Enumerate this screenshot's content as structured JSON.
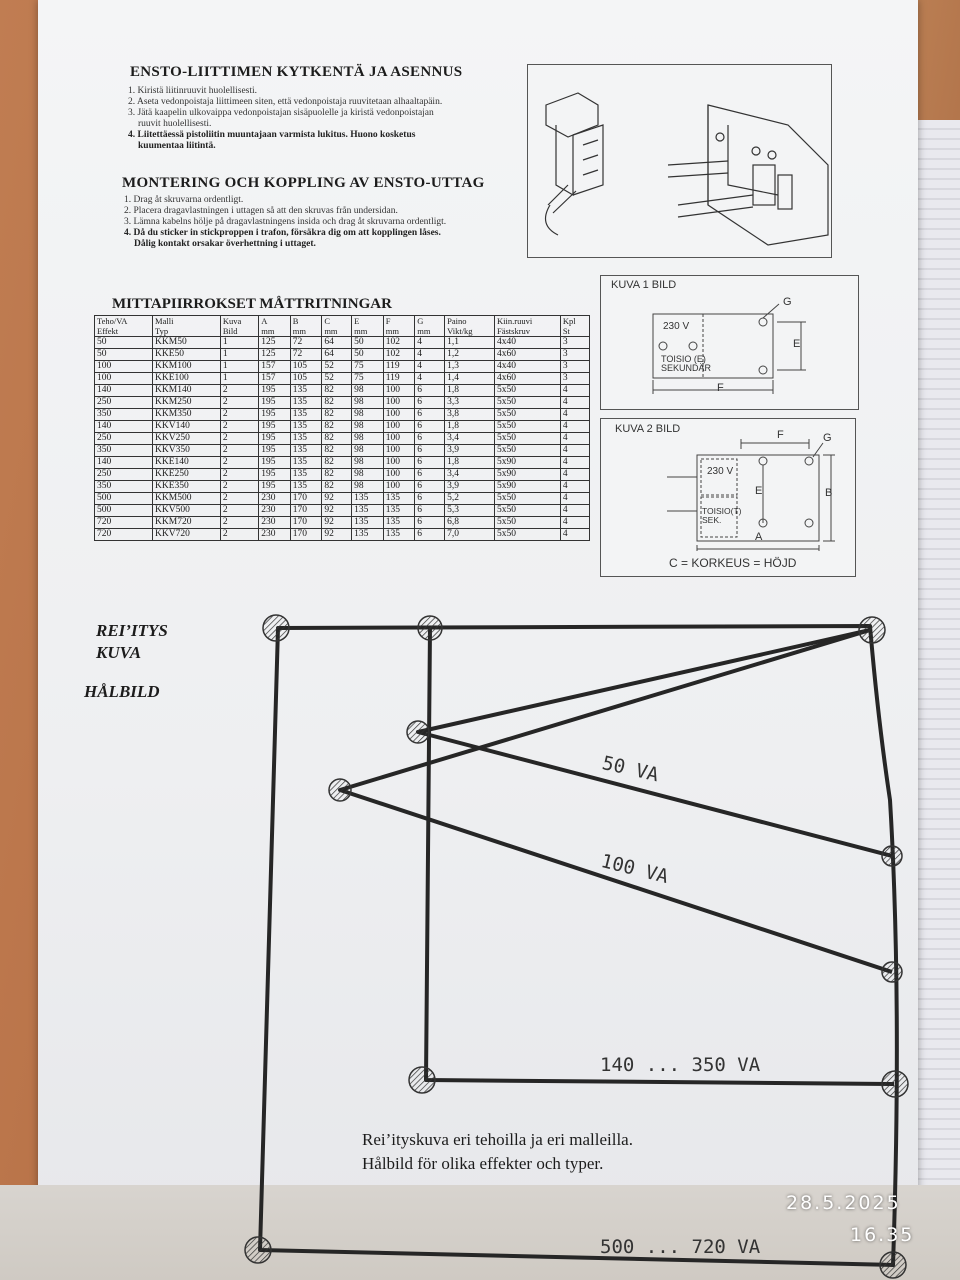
{
  "connector": {
    "title_fi": "ENSTO-LIITTIMEN KYTKENTÄ JA ASENNUS",
    "steps_fi": [
      "1. Kiristä liitinruuvit huolellisesti.",
      "2. Aseta vedonpoistaja liittimeen siten, että vedonpoistaja ruuvitetaan alhaaltapäin.",
      "3. Jätä kaapelin ulkovaippa vedonpoistajan sisäpuolelle ja kiristä vedonpoistajan",
      "ruuvit huolellisesti.",
      "4. Liitettäessä pistoliitin muuntajaan varmista lukitus. Huono kosketus",
      "kuumentaa liitintä."
    ],
    "title_sv": "MONTERING OCH KOPPLING AV ENSTO-UTTAG",
    "steps_sv": [
      "1. Drag åt skruvarna ordentligt.",
      "2. Placera dragavlastningen i uttagen så att den skruvas från undersidan.",
      "3. Lämna kabelns hölje på dragavlastningens insida och drag åt skruvarna ordentligt.",
      "4. Då du sticker in stickproppen i trafon, försäkra dig om att kopplingen låses.",
      "Dålig kontakt orsakar överhettning i uttaget."
    ]
  },
  "table": {
    "title": "MITTAPIIRROKSET  MÅTTRITNINGAR",
    "headers": [
      [
        "Teho/VA",
        "Effekt"
      ],
      [
        "Malli",
        "Typ"
      ],
      [
        "Kuva",
        "Bild"
      ],
      [
        "A",
        "mm"
      ],
      [
        "B",
        "mm"
      ],
      [
        "C",
        "mm"
      ],
      [
        "E",
        "mm"
      ],
      [
        "F",
        "mm"
      ],
      [
        "G",
        "mm"
      ],
      [
        "Paino",
        "Vikt/kg"
      ],
      [
        "Kiin.ruuvi",
        "Fästskruv"
      ],
      [
        "Kpl",
        "St"
      ]
    ],
    "rows": [
      [
        "50",
        "KKM50",
        "1",
        "125",
        "72",
        "64",
        "50",
        "102",
        "4",
        "1,1",
        "4x40",
        "3"
      ],
      [
        "50",
        "KKE50",
        "1",
        "125",
        "72",
        "64",
        "50",
        "102",
        "4",
        "1,2",
        "4x60",
        "3"
      ],
      [
        "100",
        "KKM100",
        "1",
        "157",
        "105",
        "52",
        "75",
        "119",
        "4",
        "1,3",
        "4x40",
        "3"
      ],
      [
        "100",
        "KKE100",
        "1",
        "157",
        "105",
        "52",
        "75",
        "119",
        "4",
        "1,4",
        "4x60",
        "3"
      ],
      [
        "140",
        "KKM140",
        "2",
        "195",
        "135",
        "82",
        "98",
        "100",
        "6",
        "1,8",
        "5x50",
        "4"
      ],
      [
        "250",
        "KKM250",
        "2",
        "195",
        "135",
        "82",
        "98",
        "100",
        "6",
        "3,3",
        "5x50",
        "4"
      ],
      [
        "350",
        "KKM350",
        "2",
        "195",
        "135",
        "82",
        "98",
        "100",
        "6",
        "3,8",
        "5x50",
        "4"
      ],
      [
        "140",
        "KKV140",
        "2",
        "195",
        "135",
        "82",
        "98",
        "100",
        "6",
        "1,8",
        "5x50",
        "4"
      ],
      [
        "250",
        "KKV250",
        "2",
        "195",
        "135",
        "82",
        "98",
        "100",
        "6",
        "3,4",
        "5x50",
        "4"
      ],
      [
        "350",
        "KKV350",
        "2",
        "195",
        "135",
        "82",
        "98",
        "100",
        "6",
        "3,9",
        "5x50",
        "4"
      ],
      [
        "140",
        "KKE140",
        "2",
        "195",
        "135",
        "82",
        "98",
        "100",
        "6",
        "1,8",
        "5x90",
        "4"
      ],
      [
        "250",
        "KKE250",
        "2",
        "195",
        "135",
        "82",
        "98",
        "100",
        "6",
        "3,4",
        "5x90",
        "4"
      ],
      [
        "350",
        "KKE350",
        "2",
        "195",
        "135",
        "82",
        "98",
        "100",
        "6",
        "3,9",
        "5x90",
        "4"
      ],
      [
        "500",
        "KKM500",
        "2",
        "230",
        "170",
        "92",
        "135",
        "135",
        "6",
        "5,2",
        "5x50",
        "4"
      ],
      [
        "500",
        "KKV500",
        "2",
        "230",
        "170",
        "92",
        "135",
        "135",
        "6",
        "5,3",
        "5x50",
        "4"
      ],
      [
        "720",
        "KKM720",
        "2",
        "230",
        "170",
        "92",
        "135",
        "135",
        "6",
        "6,8",
        "5x50",
        "4"
      ],
      [
        "720",
        "KKV720",
        "2",
        "230",
        "170",
        "92",
        "135",
        "135",
        "6",
        "7,0",
        "5x50",
        "4"
      ]
    ]
  },
  "fig1": {
    "title": "KUVA 1  BILD",
    "voltage": "230 V",
    "secondary": [
      "TOISIO (E)",
      "SEKUNDÄR"
    ],
    "dims": {
      "g": "G",
      "e": "E",
      "f": "F"
    }
  },
  "fig2": {
    "title": "KUVA 2  BILD",
    "voltage": "230 V",
    "secondary": [
      "TOISIO(T)",
      "SEK."
    ],
    "dims": {
      "f": "F",
      "g": "G",
      "e": "E",
      "b": "B",
      "a": "A"
    },
    "footer": "C = KORKEUS = HÖJD"
  },
  "drilling": {
    "title_lines": [
      "REI’ITYS",
      "KUVA"
    ],
    "title_sv": "HÅLBILD",
    "labels": {
      "va50": "50  VA",
      "va100": "100  VA",
      "va140": "140 ... 350  VA",
      "va500": "500 ... 720  VA"
    },
    "caption_fi": "Rei’ityskuva eri tehoilla ja eri malleilla.",
    "caption_sv": "Hålbild för olika effekter och typer."
  },
  "timestamp": {
    "date": "28.5.2025",
    "time": "16.35"
  }
}
